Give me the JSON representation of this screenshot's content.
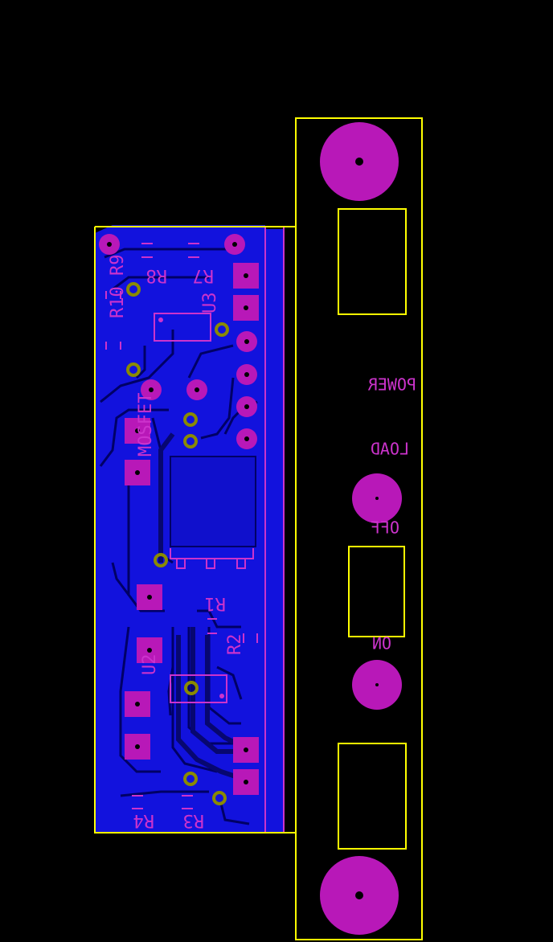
{
  "colors": {
    "background": "#000000",
    "outline": "#ffff00",
    "copper": "#1010dd",
    "copper_dark": "#0a0a8a",
    "pad": "#b818b8",
    "silkscreen": "#cc33cc",
    "via": "#8a8a00"
  },
  "labels": {
    "r8": "R8",
    "r7": "R7",
    "r9": "R9",
    "r10": "R10",
    "u3": "U3",
    "mosfet": "MOSFET",
    "r1": "R1",
    "r2": "R2",
    "u2": "U2",
    "r3": "R3",
    "r4": "R4",
    "power": "POWER",
    "load": "LOAD",
    "off": "OFF",
    "on": "ON"
  }
}
